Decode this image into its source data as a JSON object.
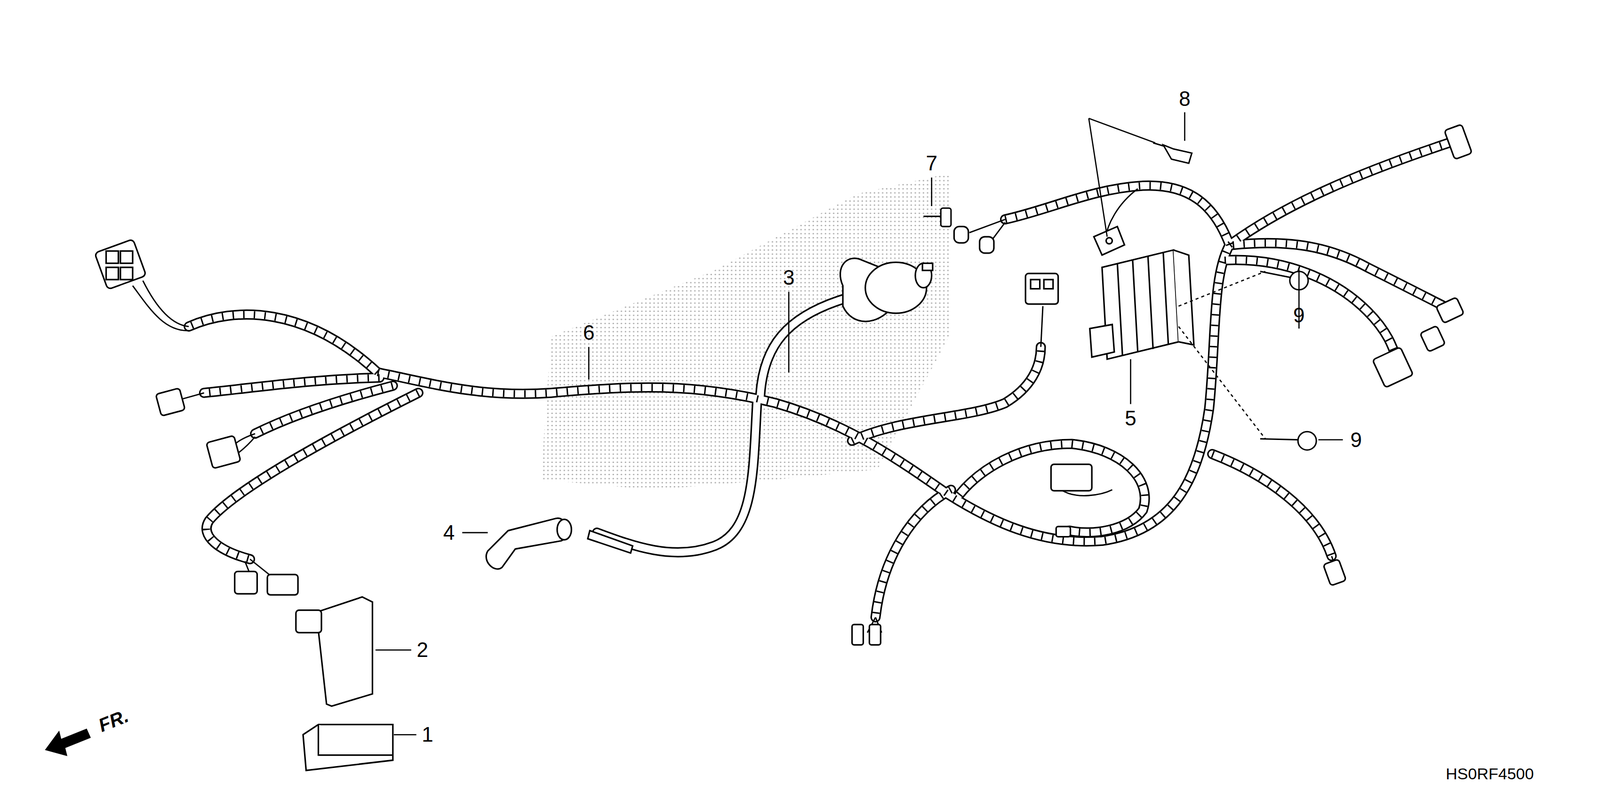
{
  "diagram": {
    "labels": [
      "8",
      "7",
      "3",
      "6",
      "9",
      "5",
      "9",
      "4",
      "2",
      "1",
      "FR.",
      "HS0RF4500"
    ]
  }
}
